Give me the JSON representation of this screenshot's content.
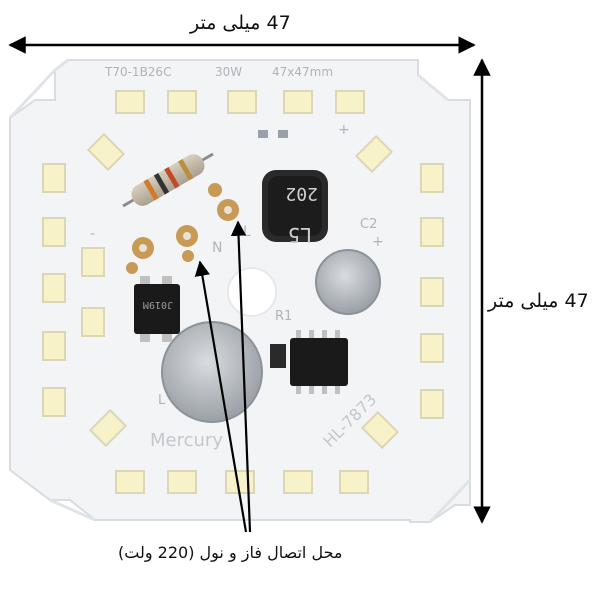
{
  "captions": {
    "width": "47 میلی متر",
    "height": "47 میلی متر",
    "connection": "محل اتصال فاز و نول (220 ولت)"
  },
  "board": {
    "model": "T70-1B26C",
    "power": "30W",
    "size": "47x47mm",
    "brand": "Mercury",
    "code": "HL-7873",
    "inductor_top": "202",
    "inductor_bottom": "L5",
    "label_n": "N",
    "label_l": "L",
    "label_c2": "C2",
    "label_r1": "R1",
    "label_l_mark": "L",
    "chip1_text": "J019M",
    "plus": "+",
    "minus": "-"
  },
  "colors": {
    "board": "#f3f4f6",
    "led": "#f8f2c8",
    "led_frame": "#dcd6b8",
    "pad": "#c89a55",
    "chip": "#1a1a1a",
    "cap": "#b8bcc2",
    "arrow": "#000000"
  },
  "icons": [
    "arrow-double-horizontal-icon",
    "arrow-double-vertical-icon"
  ]
}
